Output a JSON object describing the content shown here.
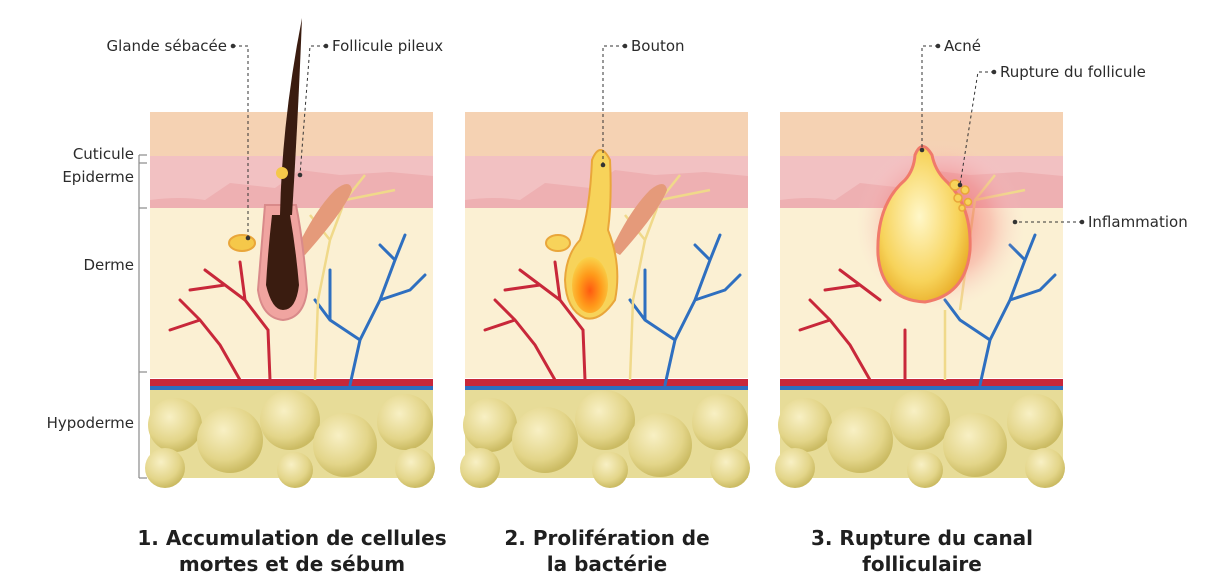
{
  "layer_labels": {
    "cuticule": "Cuticule",
    "epiderme": "Epiderme",
    "derme": "Derme",
    "hypoderme": "Hypoderme"
  },
  "callouts": {
    "glande_sebacee": "Glande sébacée",
    "follicule_pileux": "Follicule pileux",
    "bouton": "Bouton",
    "acne": "Acné",
    "rupture_du_follicule": "Rupture du follicule",
    "inflammation": "Inflammation"
  },
  "captions": [
    {
      "line1": "1. Accumulation de cellules",
      "line2": "mortes et de sébum"
    },
    {
      "line1": "2. Prolifération de",
      "line2": "la bactérie"
    },
    {
      "line1": "3. Rupture du canal",
      "line2": "folliculaire"
    }
  ],
  "colors": {
    "cuticle": "#f5d2b3",
    "epidermis": "#f2c1c2",
    "dermis": "#fbf0d3",
    "fat": "#e7dc98",
    "artery": "#c8283a",
    "vein": "#2e6fc0",
    "sebum": "#f5c84a",
    "hair": "#3a1c10",
    "inflammation": "#f26d6d"
  }
}
